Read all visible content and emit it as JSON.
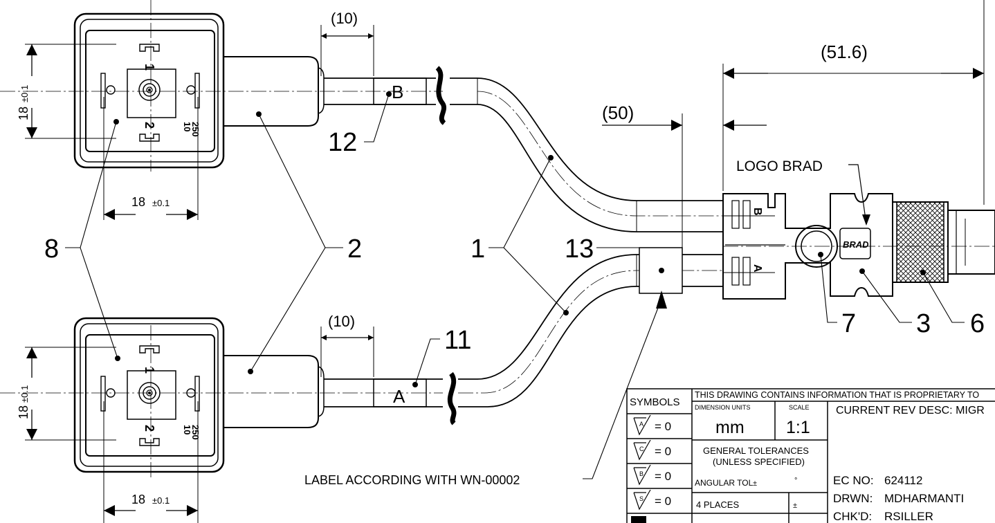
{
  "dims": {
    "top_ten": "(10)",
    "bottom_ten": "(10)",
    "fifty": "(50)",
    "fifty_one_six": "(51.6)",
    "top_left_height": "18",
    "top_left_height_tol": "±0.1",
    "top_width": "18",
    "top_width_tol": "±0.1",
    "bottom_left_height": "18",
    "bottom_left_height_tol": "±0.1",
    "bottom_width": "18",
    "bottom_width_tol": "±0.1"
  },
  "connector_marks": {
    "pin1_top": "1",
    "pin2_top": "2",
    "pin1_bottom": "1",
    "pin2_bottom": "2",
    "rating_top_a": "10",
    "rating_top_b": "250",
    "rating_bottom_a": "10",
    "rating_bottom_b": "250",
    "mold_b": "B",
    "mold_a": "A",
    "logo": "BRAD"
  },
  "labels": {
    "sleeve_b": "B",
    "sleeve_a": "A"
  },
  "callouts": {
    "c12": "12",
    "c8": "8",
    "c2": "2",
    "c1": "1",
    "c13": "13",
    "c11": "11",
    "c7": "7",
    "c3": "3",
    "c6": "6",
    "logo_brad": "LOGO BRAD",
    "label_note": "LABEL ACCORDING WITH WN-00002"
  },
  "title_block": {
    "symbols": "SYMBOLS",
    "proprietary": "THIS DRAWING CONTAINS INFORMATION THAT IS PROPRIETARY TO",
    "dim_units_label": "DIMENSION UNITS",
    "scale_label": "SCALE",
    "dim_units": "mm",
    "scale": "1:1",
    "current_rev": "CURRENT REV DESC: MIGR",
    "gen_tol_1": "GENERAL TOLERANCES",
    "gen_tol_2": "(UNLESS SPECIFIED)",
    "angular_tol": "ANGULAR TOL",
    "plus_minus": "±",
    "degree": "°",
    "four_places": "4 PLACES",
    "sym_a_val": "= 0",
    "sym_c_val": "= 0",
    "sym_b_val": "= 0",
    "sym_s_val": "= 0",
    "ec_label": "EC NO:",
    "ec_value": "624112",
    "drwn_label": "DRWN:",
    "drwn_value": "MDHARMANTI",
    "chkd_label": "CHK'D:",
    "chkd_value": "RSILLER"
  }
}
